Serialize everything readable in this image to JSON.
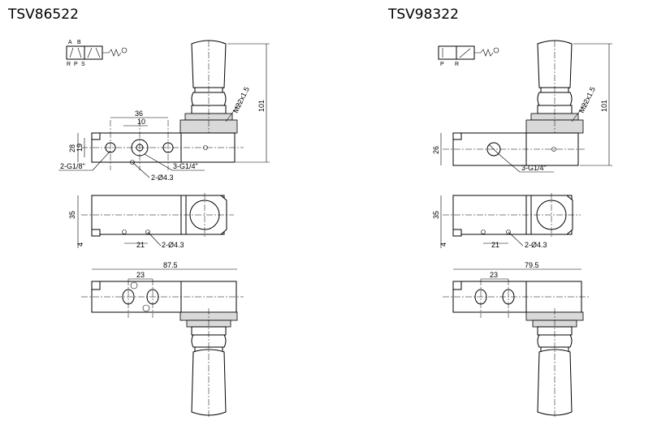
{
  "left": {
    "title": "TSV86522",
    "symbol_ports": {
      "A": "A",
      "B": "B",
      "R": "R",
      "P": "P",
      "S": "S"
    },
    "dims": {
      "d36": "36",
      "d10": "10",
      "d28": "28",
      "d19": "19",
      "thread": "M22x1.5",
      "height": "101",
      "port_small": "2-G1/8\"",
      "port_big": "3-G1/4\"",
      "hole1": "2-Ø4.3",
      "d35": "35",
      "d4": "4",
      "d21": "21",
      "hole2": "2-Ø4.3",
      "len": "87.5",
      "d23": "23"
    }
  },
  "right": {
    "title": "TSV98322",
    "symbol_ports": {
      "P": "P",
      "R": "R"
    },
    "dims": {
      "thread": "M22x1.5",
      "height": "101",
      "d26": "26",
      "port_big": "3-G1/4\"",
      "d35": "35",
      "d4": "4",
      "d21": "21",
      "hole2": "2-Ø4.3",
      "len": "79.5",
      "d23": "23"
    }
  }
}
